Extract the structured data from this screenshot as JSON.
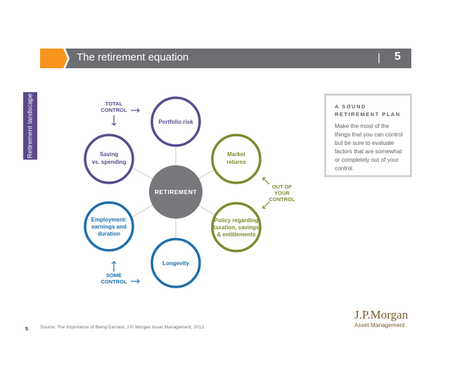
{
  "header": {
    "title": "The retirement equation",
    "divider": "|",
    "page": "5",
    "colors": {
      "bar": "#6d6e71",
      "accent": "#f7941d"
    }
  },
  "side_tab": {
    "label": "Retirement landscape",
    "color": "#5b4a8c"
  },
  "diagram": {
    "center": "RETIREMENT",
    "circles": {
      "portfolio_risk": "Portfolio risk",
      "saving_line1": "Saving",
      "saving_line2": "vs. spending",
      "market_line1": "Market",
      "market_line2": "returns",
      "policy_line1": "Policy regarding",
      "policy_line2": "taxation, savings",
      "policy_line3": "& entitlements",
      "employment_line1": "Employment:",
      "employment_line2": "earnings and",
      "employment_line3": "duration",
      "longevity": "Longevity"
    },
    "controls": {
      "total_line1": "TOTAL",
      "total_line2": "CONTROL",
      "out_line1": "OUT OF",
      "out_line2": "YOUR",
      "out_line3": "CONTROL",
      "some_line1": "SOME",
      "some_line2": "CONTROL"
    },
    "colors": {
      "total": "#5b4a8c",
      "out": "#7a8b2f",
      "some": "#1f6ea8",
      "center": "#77787b",
      "spoke": "#d0d0d0"
    }
  },
  "plan": {
    "title": "A SOUND RETIREMENT PLAN",
    "body": "Make the most of the things that you can control but be sure to evaluate factors that are somewhat or completely out of your control."
  },
  "logo": {
    "name": "J.P.Morgan",
    "sub": "Asset Management"
  },
  "footer": {
    "page_number": "5",
    "source": "Source: The Importance of Being Earnest, J.P. Morgan Asset Management, 2013."
  }
}
